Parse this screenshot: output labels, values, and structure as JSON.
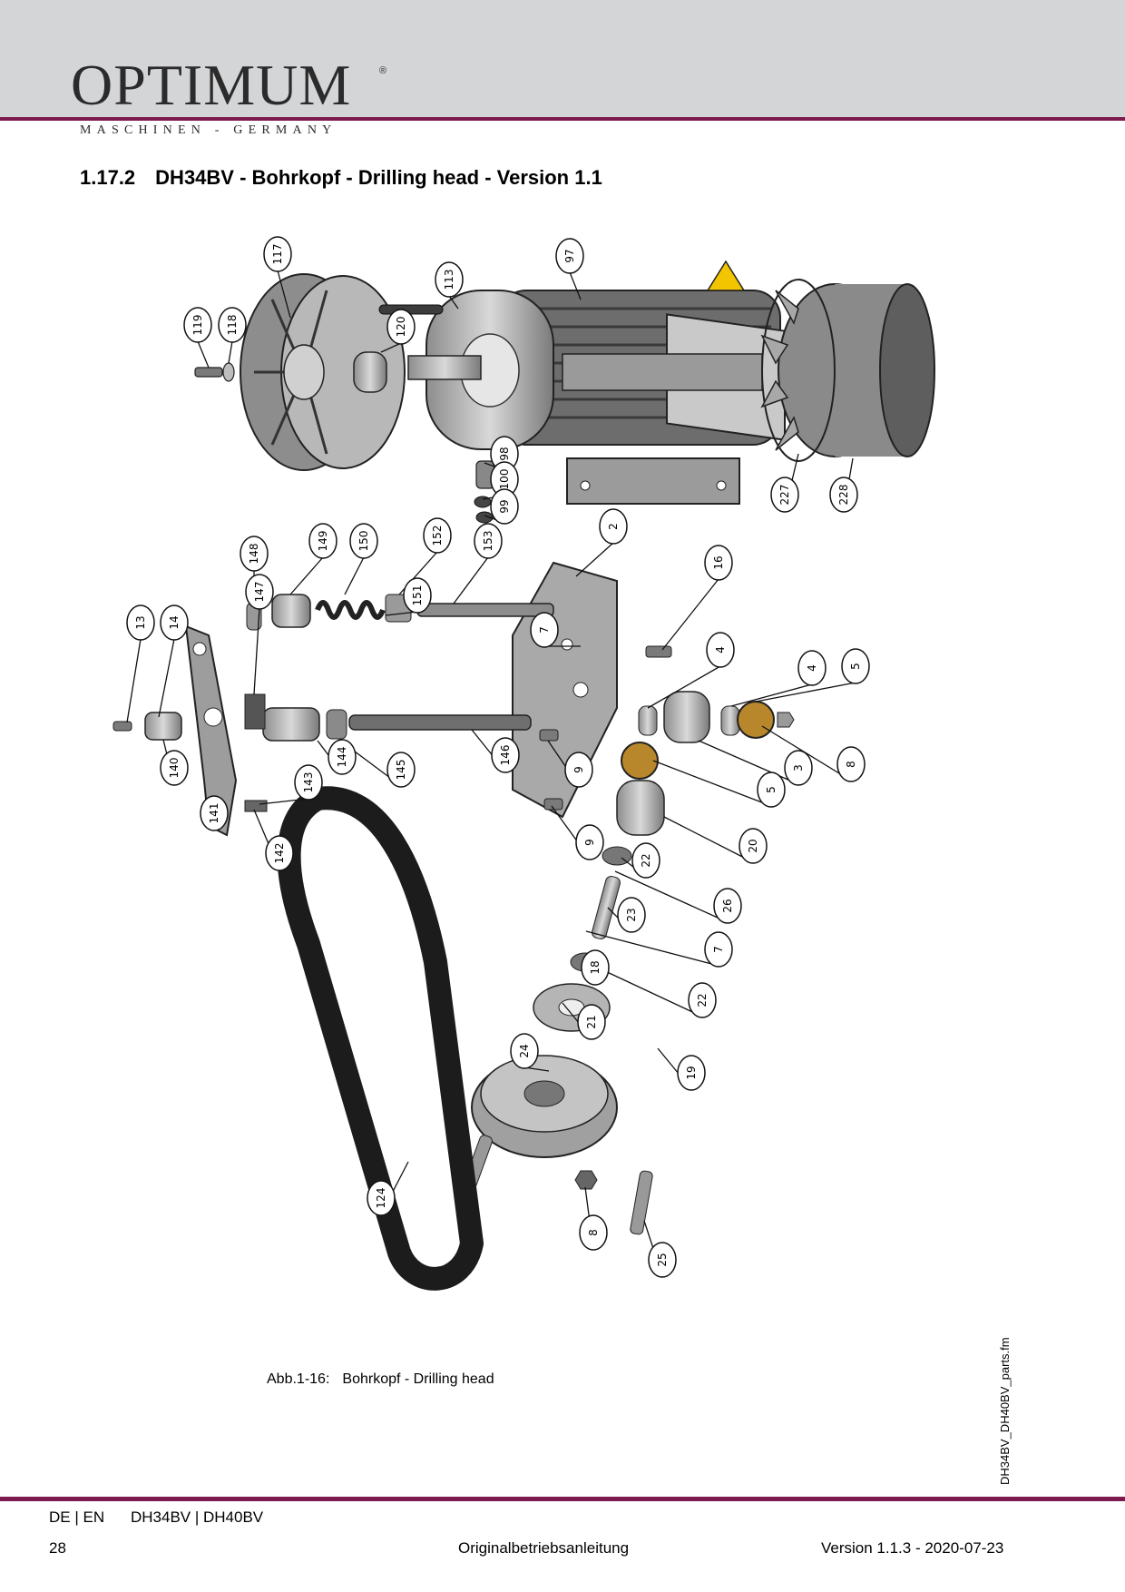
{
  "header": {
    "logo_text": "OPTIMUM",
    "logo_reg": "®",
    "logo_subtitle": "MASCHINEN - GERMANY",
    "accent_color": "#7d1a4f",
    "band_color": "#d4d5d7"
  },
  "section": {
    "number": "1.17.2",
    "title": "DH34BV - Bohrkopf - Drilling head - Version 1.1"
  },
  "figure": {
    "callouts": [
      "117",
      "97",
      "113",
      "119",
      "118",
      "120",
      "98",
      "100",
      "99",
      "227",
      "228",
      "2",
      "149",
      "150",
      "152",
      "153",
      "148",
      "16",
      "147",
      "151",
      "13",
      "14",
      "7",
      "4",
      "4",
      "5",
      "140",
      "144",
      "145",
      "146",
      "9",
      "3",
      "8",
      "5",
      "141",
      "143",
      "142",
      "9",
      "20",
      "22",
      "26",
      "23",
      "7",
      "18",
      "22",
      "21",
      "24",
      "19",
      "124",
      "8",
      "25"
    ],
    "caption_label": "Abb.1-16:",
    "caption_text": "Bohrkopf - Drilling head",
    "file_name": "DH34BV_DH40BV_parts.fm"
  },
  "footer": {
    "lang": "DE | EN",
    "models": "DH34BV | DH40BV",
    "page": "28",
    "doc": "Originalbetriebsanleitung",
    "version": "Version 1.1.3 - 2020-07-23"
  }
}
